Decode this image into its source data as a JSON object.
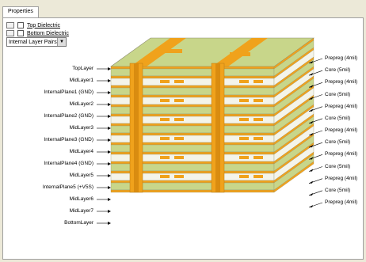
{
  "tabs": {
    "properties": "Properties"
  },
  "options": {
    "top_dielectric": "Top Dielectric",
    "bottom_dielectric": "Bottom Dielectric",
    "layer_pairs_select": "Internal Layer Pairs"
  },
  "stack": {
    "left_labels": [
      "TopLayer",
      "MidLayer1",
      "InternalPlane1 (GND)",
      "MidLayer2",
      "InternalPlane2 (GND)",
      "MidLayer3",
      "InternalPlane3 (GND)",
      "MidLayer4",
      "InternalPlane4 (GND)",
      "MidLayer5",
      "InternalPlane5 (+V5S)",
      "MidLayer6",
      "MidLayer7",
      "BottomLayer"
    ],
    "right_labels": [
      "Prepreg (4mil)",
      "Core (5mil)",
      "Prepreg (4mil)",
      "Core (5mil)",
      "Prepreg (4mil)",
      "Core (5mil)",
      "Prepreg (4mil)",
      "Core (5mil)",
      "Prepreg (4mil)",
      "Core (5mil)",
      "Prepreg (4mil)",
      "Core (5mil)",
      "Prepreg (4mil)"
    ]
  },
  "colors": {
    "copper": "#f0a21c",
    "dielectric": "#c8d68a",
    "core": "#f4f4ea",
    "edge": "#8a8a6a"
  }
}
